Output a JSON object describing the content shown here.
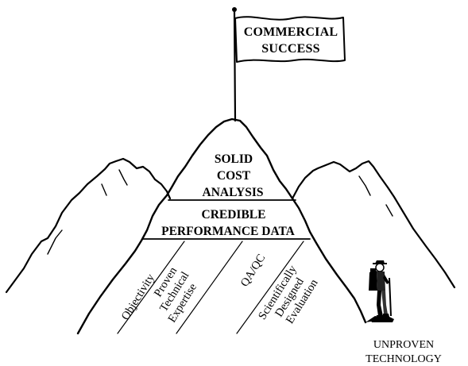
{
  "summit": {
    "flag_lines": [
      "COMMERCIAL",
      "SUCCESS"
    ]
  },
  "upper_band": {
    "lines": [
      "SOLID",
      "COST",
      "ANALYSIS"
    ]
  },
  "lower_band": {
    "lines": [
      "CREDIBLE",
      "PERFORMANCE DATA"
    ]
  },
  "paths": [
    {
      "lines": [
        "Objectivity"
      ]
    },
    {
      "lines": [
        "Proven",
        "Technical",
        "Expertise"
      ]
    },
    {
      "lines": [
        "QA/QC"
      ]
    },
    {
      "lines": [
        "Scientifically",
        "Designed",
        "Evaluation"
      ]
    }
  ],
  "base": {
    "lines": [
      "UNPROVEN",
      "TECHNOLOGY"
    ]
  },
  "icons": {
    "climber": "hiker-icon",
    "flag": "flag-icon"
  },
  "colors": {
    "ink": "#000000",
    "paper": "#ffffff"
  }
}
